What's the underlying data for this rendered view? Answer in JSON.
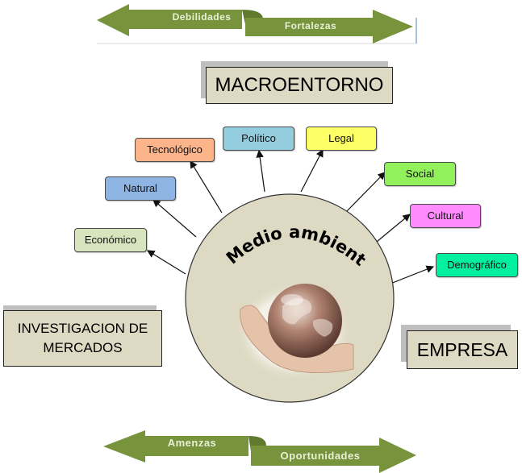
{
  "top_arrows": {
    "left": "Debilidades",
    "right": "Fortalezas"
  },
  "bottom_arrows": {
    "left": "Amenzas",
    "right": "Oportunidades"
  },
  "macroentorno": "MACROENTORNO",
  "center_label": "Medio ambiente",
  "investigacion": "INVESTIGACION DE MERCADOS",
  "empresa": "EMPRESA",
  "factors": [
    {
      "label": "Económico",
      "color": "#d7e4bd"
    },
    {
      "label": "Natural",
      "color": "#8eb4e3"
    },
    {
      "label": "Tecnológico",
      "color": "#fcb58b"
    },
    {
      "label": "Político",
      "color": "#93cddd"
    },
    {
      "label": "Legal",
      "color": "#ffff66"
    },
    {
      "label": "Social",
      "color": "#92f05a"
    },
    {
      "label": "Cultural",
      "color": "#ff8bff"
    },
    {
      "label": "Demográfico",
      "color": "#00f0a0"
    }
  ],
  "colors": {
    "arrow_green": "#77933c",
    "circle_fill": "#ddd9c3",
    "box_fill": "#ddd9c3"
  }
}
